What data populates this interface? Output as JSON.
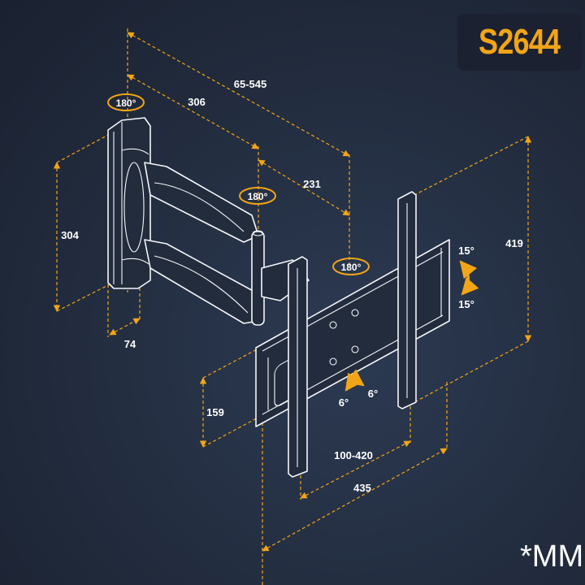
{
  "model": "S2644",
  "unit_note": "*MM",
  "colors": {
    "accent": "#f2a516",
    "background": "#222c3e",
    "line": "#f4f6fa"
  },
  "dimensions": {
    "arm_extension": "65-545",
    "first_arm": "306",
    "second_arm": "231",
    "wall_plate_height": "304",
    "wall_plate_width": "74",
    "bracket_height": "419",
    "height_offset": "159",
    "vesa_range": "100-420",
    "bracket_width": "435"
  },
  "angles": {
    "swivel_wall": "180°",
    "swivel_middle": "180°",
    "swivel_bracket": "180°",
    "tilt_up": "15°",
    "tilt_down": "15°",
    "rotate_left": "6°",
    "rotate_right": "6°"
  }
}
